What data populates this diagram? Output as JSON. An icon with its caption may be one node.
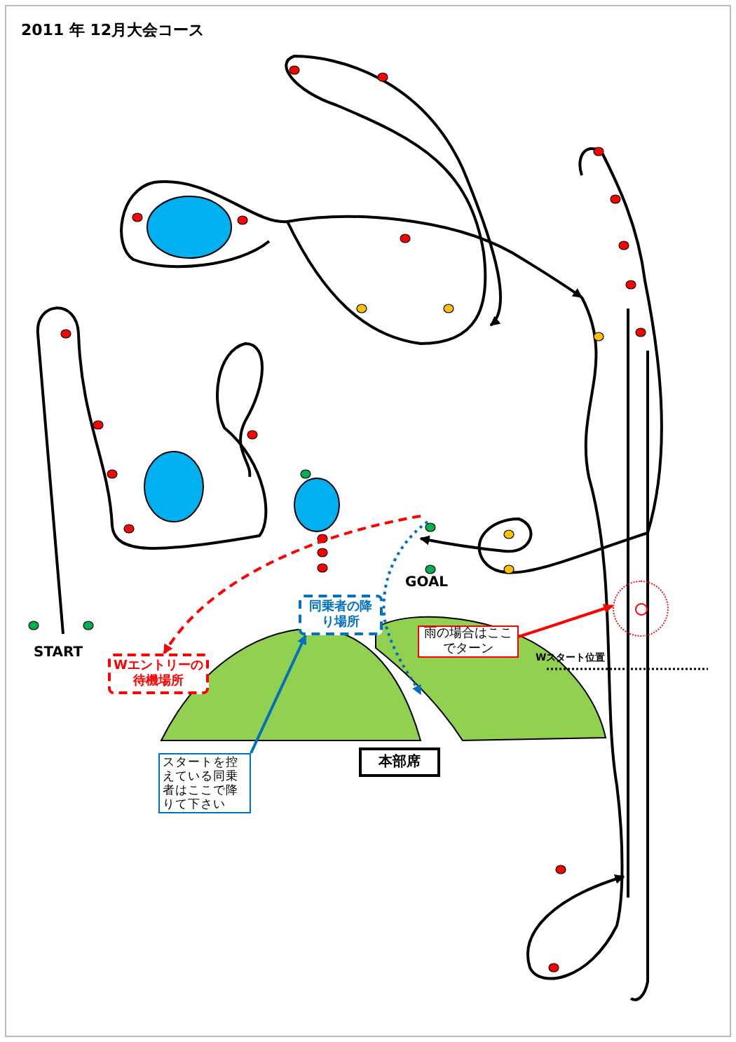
{
  "diagram": {
    "title": "2011 年 12月大会コース",
    "nodes": [
      {
        "text": [
          "Wエントリーの待機場所"
        ]
      },
      {
        "text": [
          "同乗者の降り場所"
        ]
      },
      {
        "text": [
          "雨の場合はここでターン"
        ]
      },
      {
        "text": [],
        "shape": "circle"
      },
      {
        "text": [
          "スタートを控えている同乗者はここで降りて下さい"
        ]
      },
      {
        "text": [
          "本部席"
        ]
      }
    ],
    "edges": [
      {
        "from": null,
        "to": 0,
        "arrow": "to",
        "style": "dashed",
        "color": "#ff0000"
      },
      {
        "from": 4,
        "to": 1,
        "arrow": "to",
        "color": "#0070c0"
      },
      {
        "from": 2,
        "to": 3,
        "arrow": "to",
        "color": "#ff0000"
      }
    ],
    "labels": [
      "START",
      "GOAL",
      "Wスタート位置"
    ]
  }
}
